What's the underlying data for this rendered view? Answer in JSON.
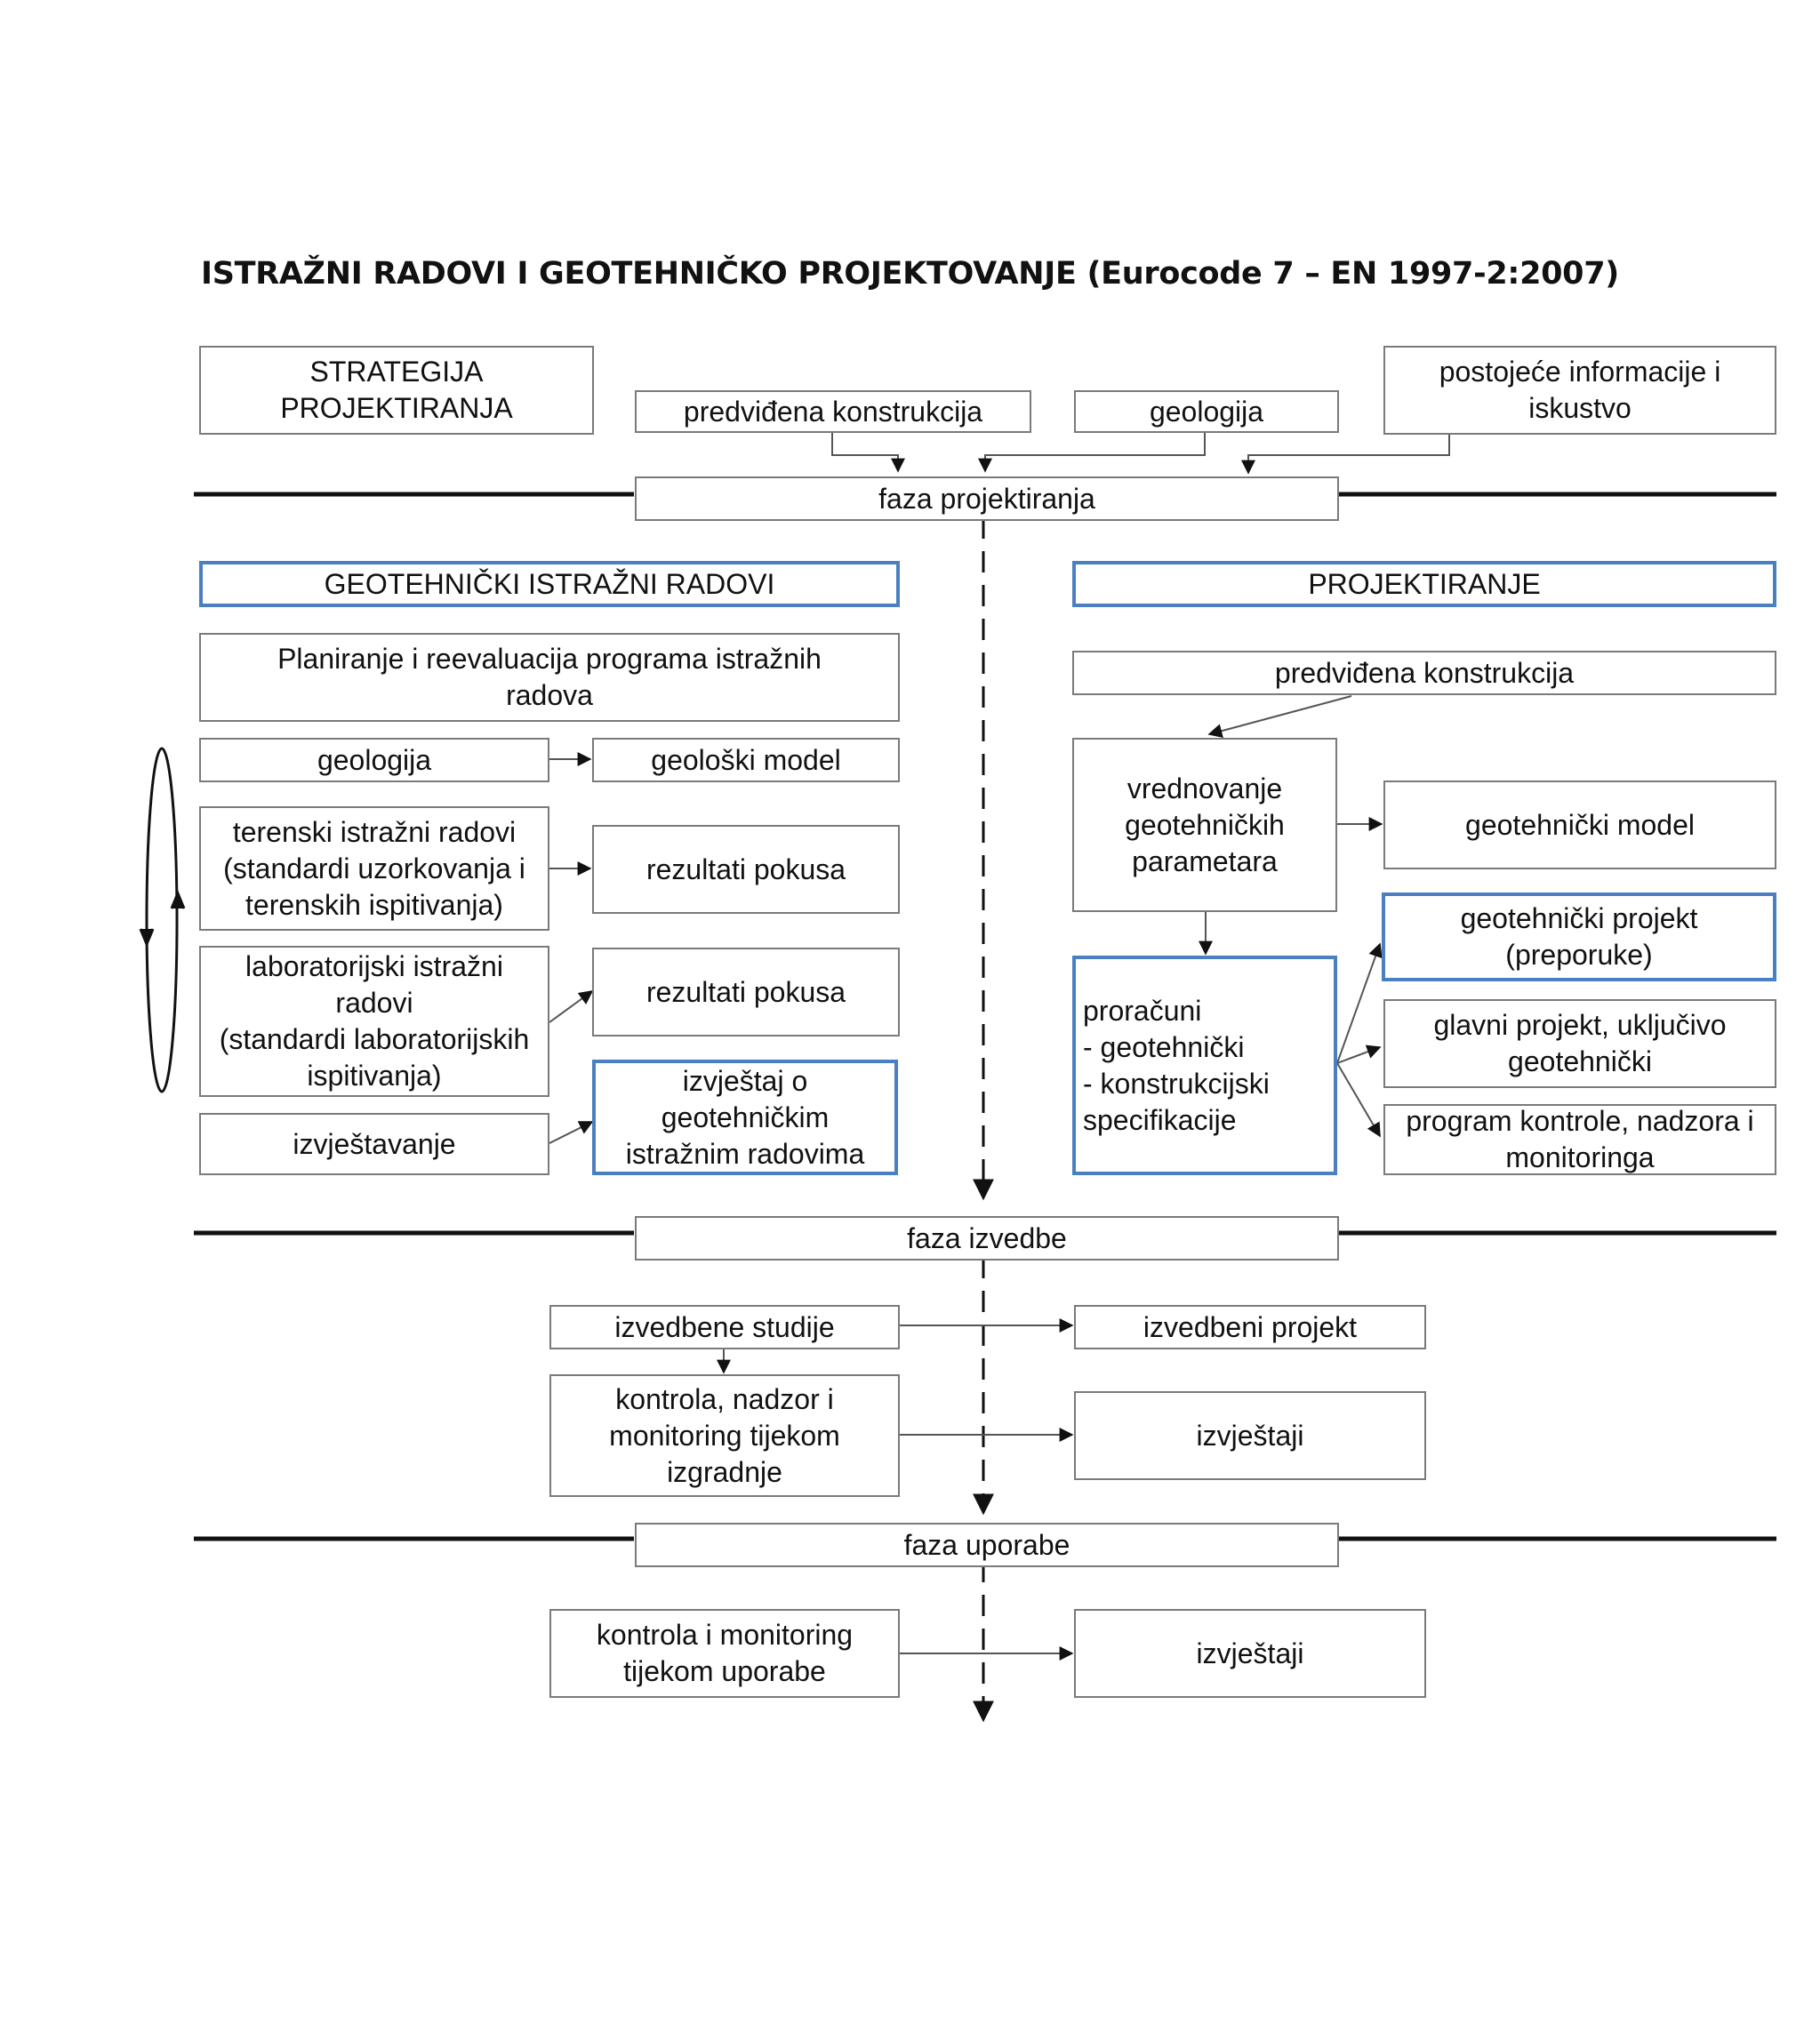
{
  "title": "ISTRAŽNI RADOVI I GEOTEHNIČKO PROJEKTOVANJE (Eurocode 7 – EN 1997-2:2007)",
  "top": {
    "strategy": "STRATEGIJA\nPROJEKTIRANJA",
    "planned_construction": "predviđena konstrukcija",
    "geology": "geologija",
    "existing_info": "postojeće informacije i\niskustvo"
  },
  "phases": {
    "design": "faza projektiranja",
    "execution": "faza izvedbe",
    "use": "faza uporabe"
  },
  "investigation": {
    "header": "GEOTEHNIČKI ISTRAŽNI RADOVI",
    "planning": "Planiranje i reevaluacija programa istražnih\nradova",
    "geology": "geologija",
    "geological_model": "geološki model",
    "field_works": "terenski istražni radovi\n(standardi uzorkovanja i\nterenskih ispitivanja)",
    "field_results": "rezultati pokusa",
    "lab_works": "laboratorijski istražni\nradovi\n(standardi laboratorijskih\nispitivanja)",
    "lab_results": "rezultati pokusa",
    "reporting": "izvještavanje",
    "report": "izvještaj o\ngeotehničkim\nistražnim radovima"
  },
  "design": {
    "header": "PROJEKTIRANJE",
    "planned_construction": "predviđena konstrukcija",
    "evaluation": "vrednovanje\ngeotehničkih\nparametara",
    "geotechnical_model": "geotehnički model",
    "geotechnical_project": "geotehnički projekt\n(preporuke)",
    "calculations": "proračuni\n   - geotehnički\n   - konstrukcijski\nspecifikacije",
    "main_project": "glavni projekt, uključivo\ngeotehnički",
    "control_program": "program kontrole, nadzora i\nmonitoringa"
  },
  "execution": {
    "studies": "izvedbene studije",
    "execution_project": "izvedbeni projekt",
    "control": "kontrola, nadzor i\nmonitoring tijekom\nizgradnje",
    "reports": "izvještaji"
  },
  "use": {
    "control": "kontrola i monitoring\ntijekom uporabe",
    "reports": "izvještaji"
  },
  "colors": {
    "highlight_border": "#4a7fc1",
    "box_border": "#7a7a7a"
  }
}
